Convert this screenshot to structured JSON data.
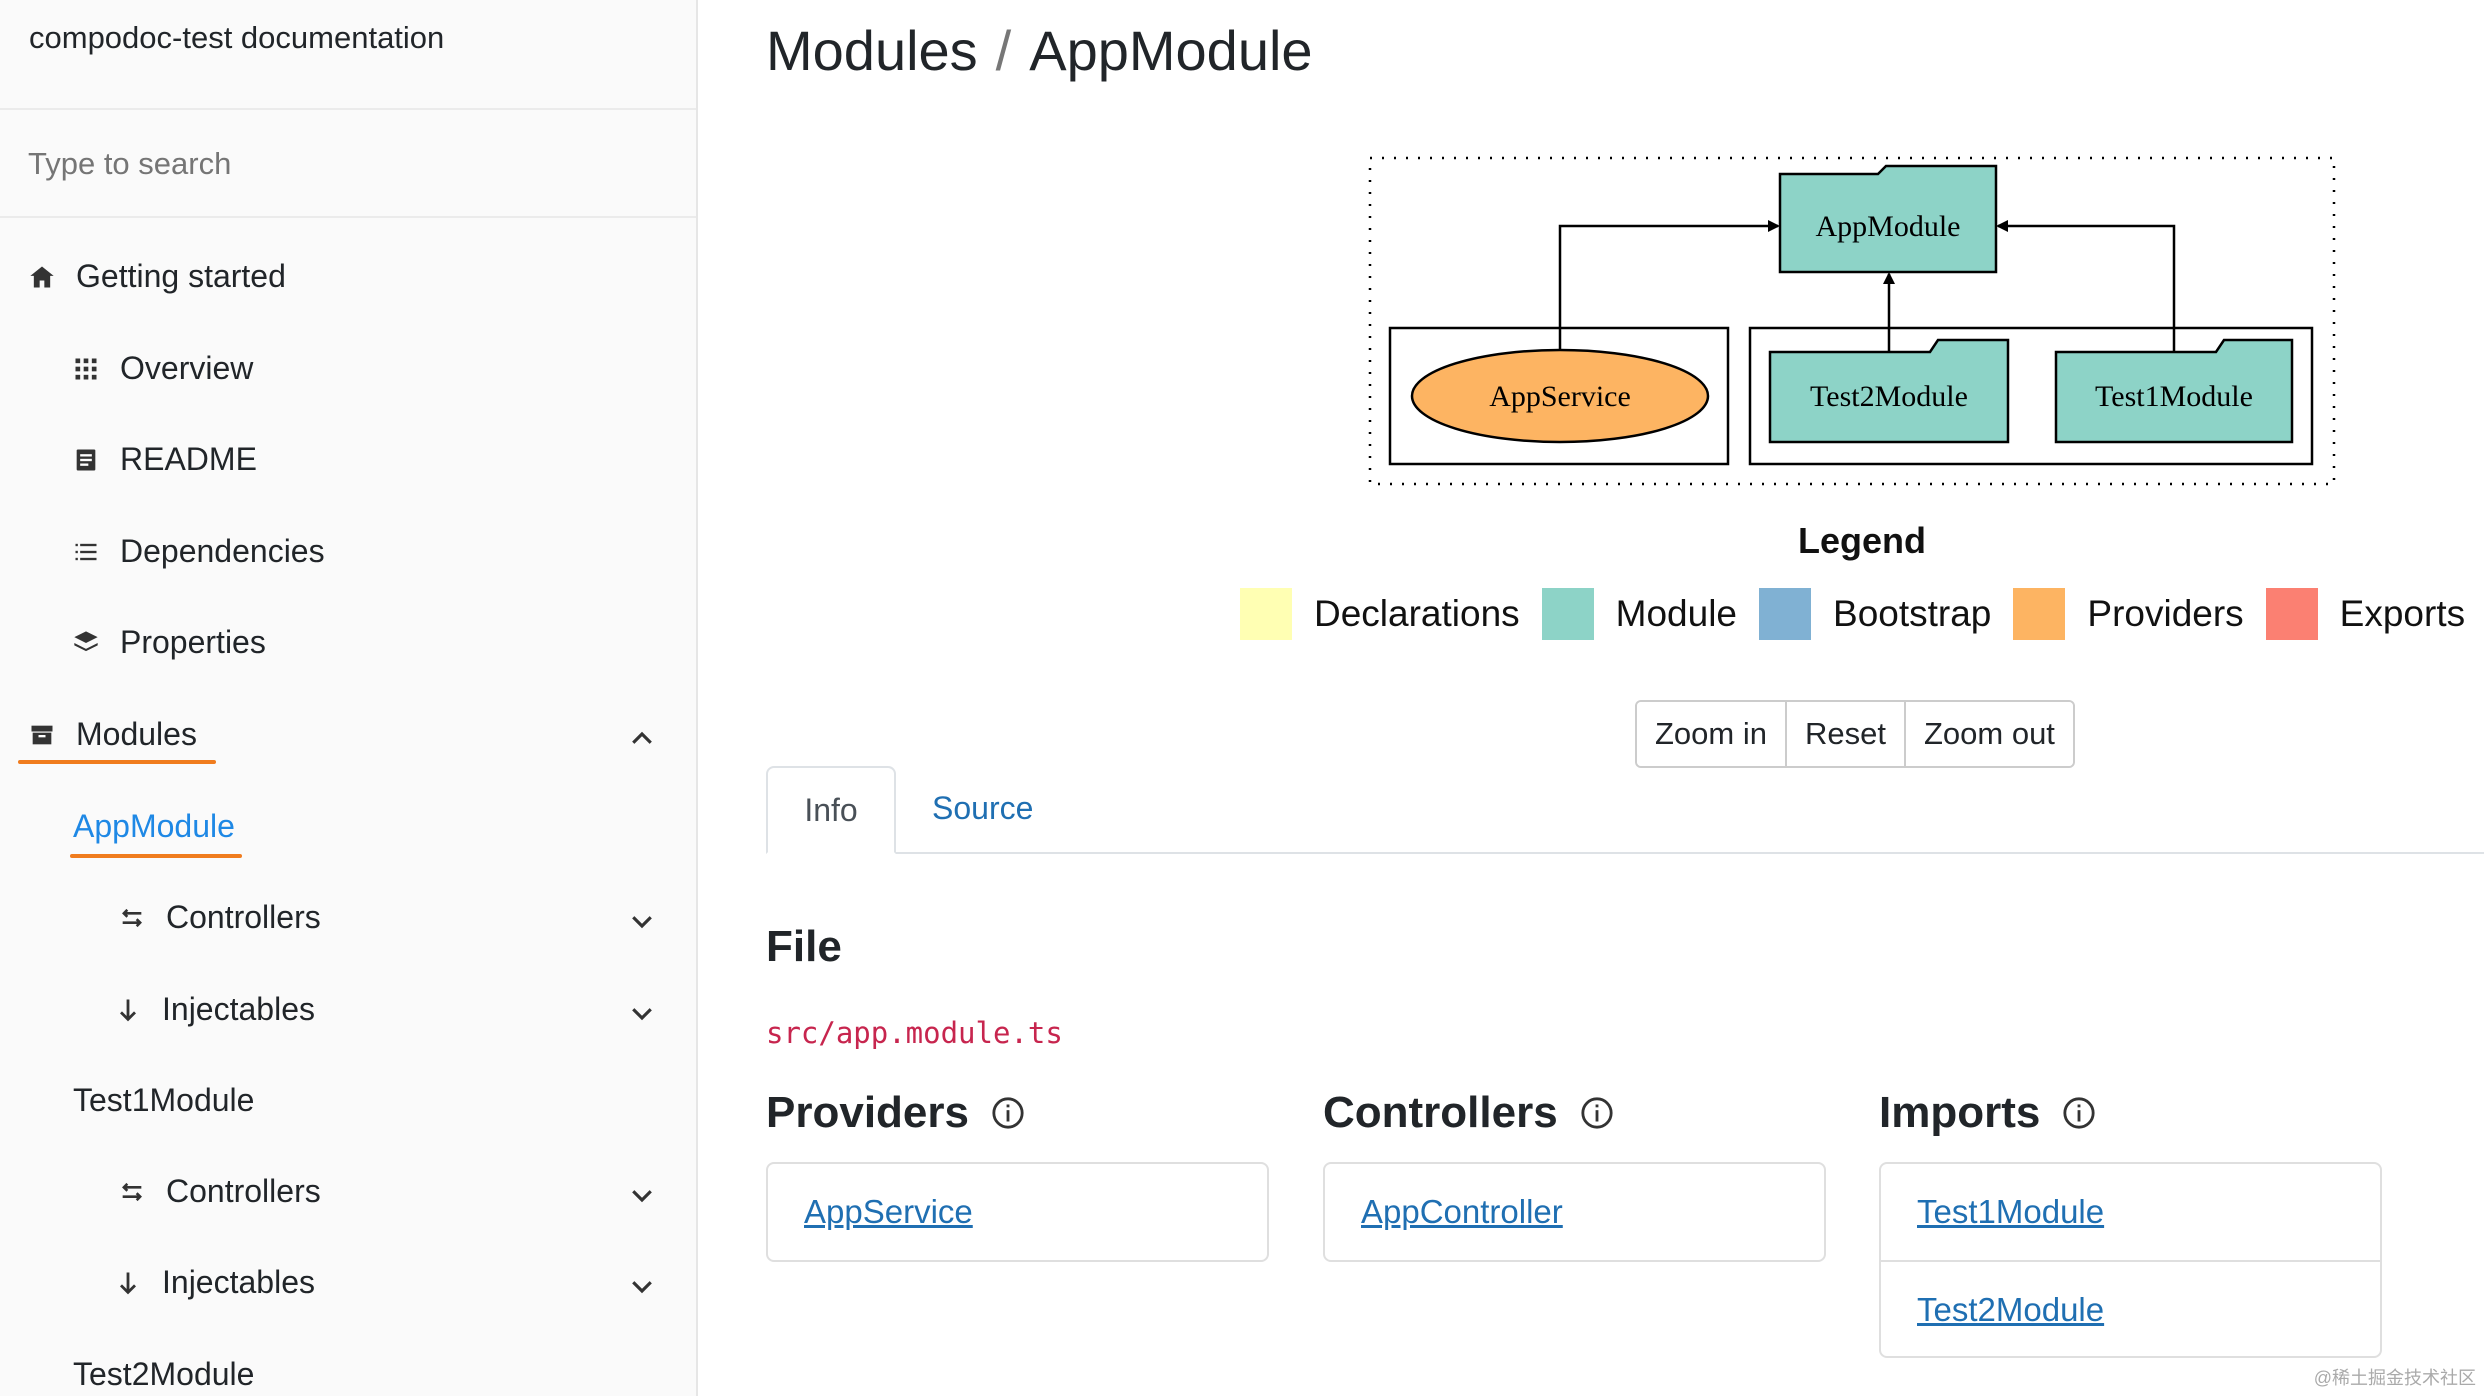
{
  "sidebar": {
    "title": "compodoc-test documentation",
    "search_placeholder": "Type to search",
    "getting_started": "Getting started",
    "overview": "Overview",
    "readme": "README",
    "dependencies": "Dependencies",
    "properties": "Properties",
    "modules": "Modules",
    "app_module": "AppModule",
    "test1_module": "Test1Module",
    "test2_module": "Test2Module",
    "controllers": "Controllers",
    "injectables": "Injectables"
  },
  "breadcrumb": {
    "parent": "Modules",
    "separator": "/",
    "current": "AppModule"
  },
  "graph": {
    "root": "AppModule",
    "provider": "AppService",
    "imports": [
      "Test2Module",
      "Test1Module"
    ]
  },
  "legend": {
    "title": "Legend",
    "items": [
      {
        "label": "Declarations",
        "color": "#ffffb3"
      },
      {
        "label": "Module",
        "color": "#8dd3c7"
      },
      {
        "label": "Bootstrap",
        "color": "#80b1d3"
      },
      {
        "label": "Providers",
        "color": "#fdb462"
      },
      {
        "label": "Exports",
        "color": "#fb8072"
      }
    ]
  },
  "zoom": {
    "zoom_in": "Zoom in",
    "reset": "Reset",
    "zoom_out": "Zoom out"
  },
  "tabs": {
    "info": "Info",
    "source": "Source"
  },
  "file": {
    "heading": "File",
    "path": "src/app.module.ts"
  },
  "sections": {
    "providers": {
      "title": "Providers",
      "items": [
        "AppService"
      ]
    },
    "controllers": {
      "title": "Controllers",
      "items": [
        "AppController"
      ]
    },
    "imports": {
      "title": "Imports",
      "items": [
        "Test1Module",
        "Test2Module"
      ]
    }
  },
  "watermark": "@稀土掘金技术社区"
}
